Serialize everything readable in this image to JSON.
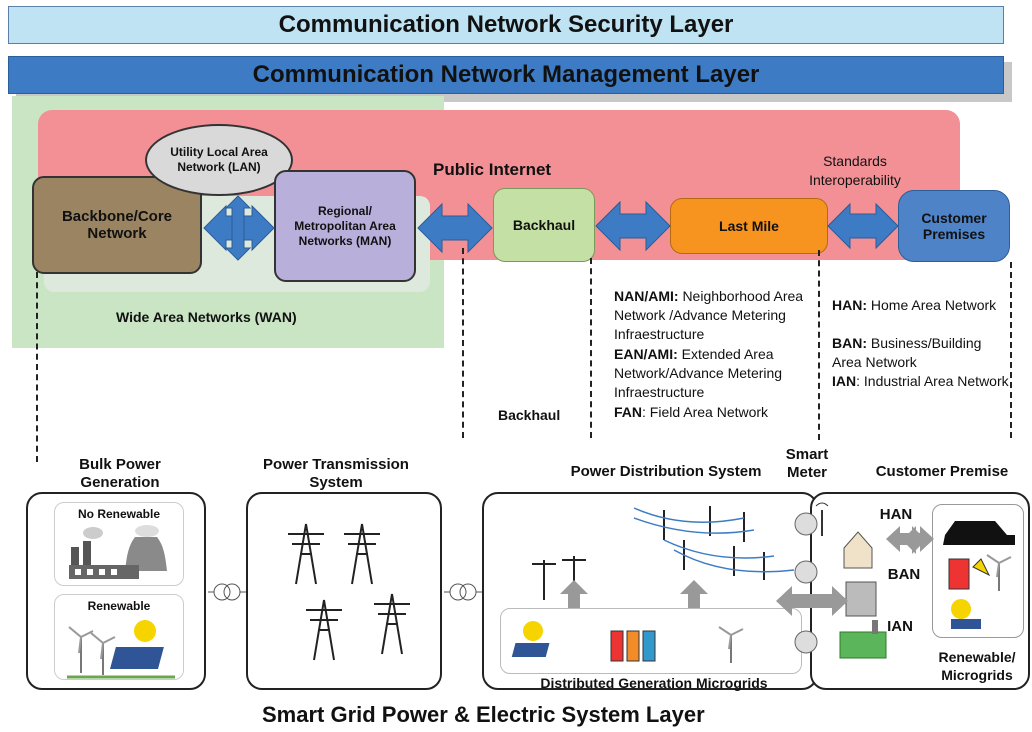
{
  "layers": {
    "security": "Communication Network Security Layer",
    "management": "Communication Network Management Layer",
    "power": "Smart Grid Power & Electric System Layer"
  },
  "network": {
    "public_internet": "Public Internet",
    "utility_lan": "Utility Local Area Network (LAN)",
    "backbone": "Backbone/Core Network",
    "regional": "Regional/ Metropolitan Area Networks (MAN)",
    "backhaul": "Backhaul",
    "last_mile": "Last Mile",
    "customer_premises": "Customer Premises",
    "standards": "Standards Interoperability",
    "wan": "Wide Area Networks (WAN)",
    "backhaul_label": "Backhaul"
  },
  "definitions_mid": [
    {
      "abbr": "NAN/AMI:",
      "text": "Neighborhood Area Network /Advance Metering Infraestructure"
    },
    {
      "abbr": "EAN/AMI:",
      "text": "Extended Area Network/Advance Metering Infraestructure"
    },
    {
      "abbr": "FAN",
      "text": ": Field Area Network"
    }
  ],
  "definitions_right": [
    {
      "abbr": "HAN:",
      "text": "Home Area Network"
    },
    {
      "abbr": "BAN:",
      "text": "Business/Building Area Network"
    },
    {
      "abbr": "IAN",
      "text": ": Industrial Area Network"
    }
  ],
  "power": {
    "bulk": "Bulk Power Generation",
    "no_renewable": "No Renewable",
    "renewable": "Renewable",
    "transmission": "Power Transmission System",
    "distribution": "Power Distribution System",
    "smart_meter": "Smart Meter",
    "customer_premise": "Customer Premise",
    "dg_microgrids": "Distributed Generation Microgrids",
    "han": "HAN",
    "ban": "BAN",
    "ian": "IAN",
    "renewable_microgrids": "Renewable/ Microgrids"
  },
  "colors": {
    "security": "#bfe3f3",
    "management": "#3d7cc4",
    "wan_zone": "#c9e5c4",
    "internet_zone": "#f29095",
    "backbone": "#9a8462",
    "lan": "#d9d9d9",
    "regional": "#b8b0db",
    "backhaul": "#c4e0a4",
    "last_mile": "#f79420",
    "customer": "#4e83c8",
    "arrow": "#3d7cc4"
  }
}
